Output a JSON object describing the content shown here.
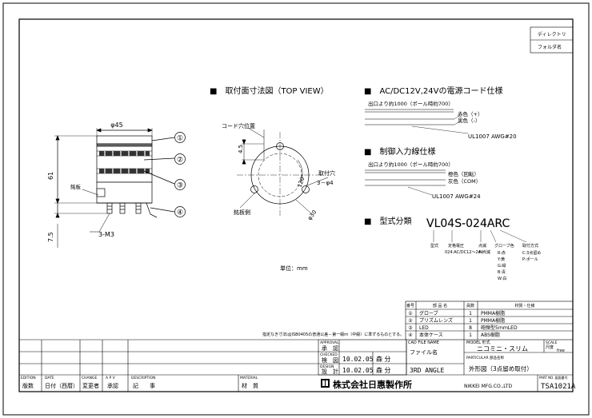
{
  "corner_box": {
    "directory": "ディレクトリ",
    "folder": "フォルダ名"
  },
  "sections": {
    "top_view": "■　取付面寸法図（TOP VIEW）",
    "power_cord": "■　AC/DC12V,24Vの電源コード仕様",
    "control_wire": "■　制御入力線仕様",
    "model_code": "■　型式分類"
  },
  "front_view": {
    "dia": "φ45",
    "height": "61",
    "base": "7.5",
    "screws": "3-M3",
    "nameplate": "銘板",
    "callouts": [
      "①",
      "②",
      "③",
      "④"
    ]
  },
  "top_view_labels": {
    "cord_hole": "コード穴位置",
    "dim_45": "4.5",
    "mount_holes": "取付穴",
    "hole_spec": "3－φ4",
    "nameplate_side": "銘板側",
    "angle": "120°",
    "pcd": "φ30"
  },
  "power_cord": {
    "lead": "出口より約1000（ポール時約700）",
    "wires": [
      "赤色（+）",
      "黒色（-）"
    ],
    "spec": "UL1007 AWG#20"
  },
  "control_wire": {
    "lead": "出口より約1000（ポール時約700）",
    "wires": [
      "橙色（回転）",
      "灰色（COM）"
    ],
    "spec": "UL1007 AWG#24"
  },
  "model_code": {
    "code": "VL04S-024ARC",
    "labels": [
      "型式",
      "定格電圧",
      "024:AC/DC12～24V",
      "点滅",
      "A:点滅",
      "グローブ色",
      "R:赤",
      "Y:黄",
      "G:緑",
      "B:青",
      "W:白",
      "取付方式",
      "C:3点留め",
      "P:ポール"
    ]
  },
  "unit": "単位：mm",
  "tolerance_note": "指定なき寸法はJISB0405の普通公差－第一級ｍ（中級）に準ずるものとする。",
  "parts_table": {
    "headers": [
      "番号",
      "部 品 名",
      "員数",
      "材質・仕様"
    ],
    "rows": [
      [
        "①",
        "グローブ",
        "1",
        "PMMA樹脂"
      ],
      [
        "②",
        "プリズムレンズ",
        "1",
        "PMMA樹脂"
      ],
      [
        "③",
        "LED",
        "8",
        "砲弾型5ｍｍLED"
      ],
      [
        "④",
        "本体ケース",
        "1",
        "ABS樹脂"
      ]
    ]
  },
  "title_block": {
    "approval": "APPROVAL",
    "approval_jp": "承　認",
    "check": "CHECKED",
    "check_jp": "検　図",
    "design": "DESIGN",
    "design_jp": "設　計",
    "check_date": "10.02.05",
    "check_name": "森 分",
    "design_date": "10.02.05",
    "design_name": "森 分",
    "cad_label": "CAD FILE NAME",
    "cad_value": "ファイル名",
    "angle": "3RD ANGLE",
    "model_label": "MODEL 形式",
    "model_value": "ニコミニ・スリム",
    "particular_label": "PARTICULAR 部品名称",
    "particular_value": "外形図（3点留め取付）",
    "scale_label": "SCALE",
    "scale_value": "尺度",
    "scale_free": "free",
    "part_no_label": "PART NO. 図面番号",
    "part_no": "TSA1021A",
    "company": "株式会社日惠製作所",
    "company_en": "NIKKEI MFG.CO.,LTD",
    "edition": "EDITION",
    "edition_jp": "版数",
    "date": "DATE",
    "date_jp": "日付（西暦）",
    "change": "CHANGE",
    "change_jp": "変更者",
    "apv": "A P V",
    "apv_jp": "承認",
    "description": "DESCRIPTION",
    "description_jp": "記　　事",
    "material": "MATERIAL",
    "material_jp": "材　質"
  }
}
